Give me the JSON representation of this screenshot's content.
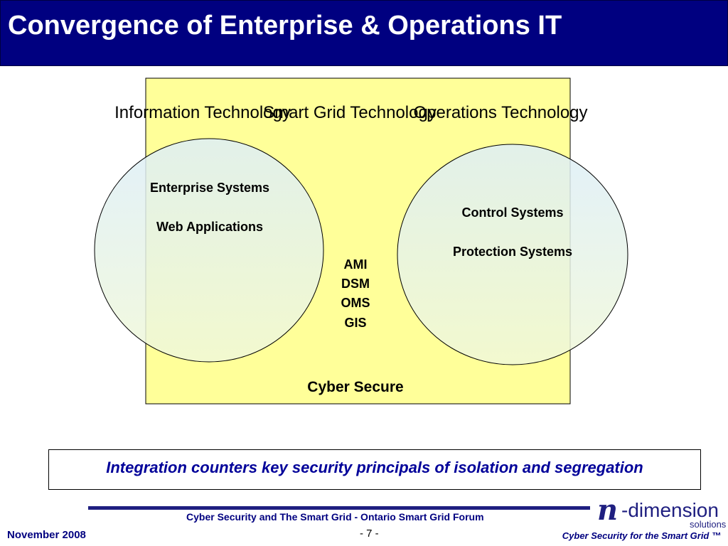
{
  "slide": {
    "title": "Convergence of Enterprise & Operations IT"
  },
  "diagram": {
    "left_heading": "Information Technology",
    "center_heading": "Smart Grid Technology",
    "right_heading": "Operations Technology",
    "left_items": [
      "Enterprise Systems",
      "Web Applications"
    ],
    "right_items": [
      "Control Systems",
      "Protection Systems"
    ],
    "center_items": [
      "AMI",
      "DSM",
      "OMS",
      "GIS"
    ],
    "bottom_label": "Cyber Secure",
    "colors": {
      "box_fill": "#ffff99",
      "circle_fill_start": "#ddeef8",
      "circle_fill_end": "#f0f8d8"
    }
  },
  "message": "Integration counters key security principals of isolation and segregation",
  "footer": {
    "center_text": "Cyber Security and The Smart Grid - Ontario Smart Grid Forum",
    "page": "- 7 -",
    "date": "November 2008",
    "right_text": "Cyber Security for the Smart Grid ™",
    "logo_mark": "n",
    "logo_text": "-dimension",
    "logo_sub": "solutions"
  }
}
